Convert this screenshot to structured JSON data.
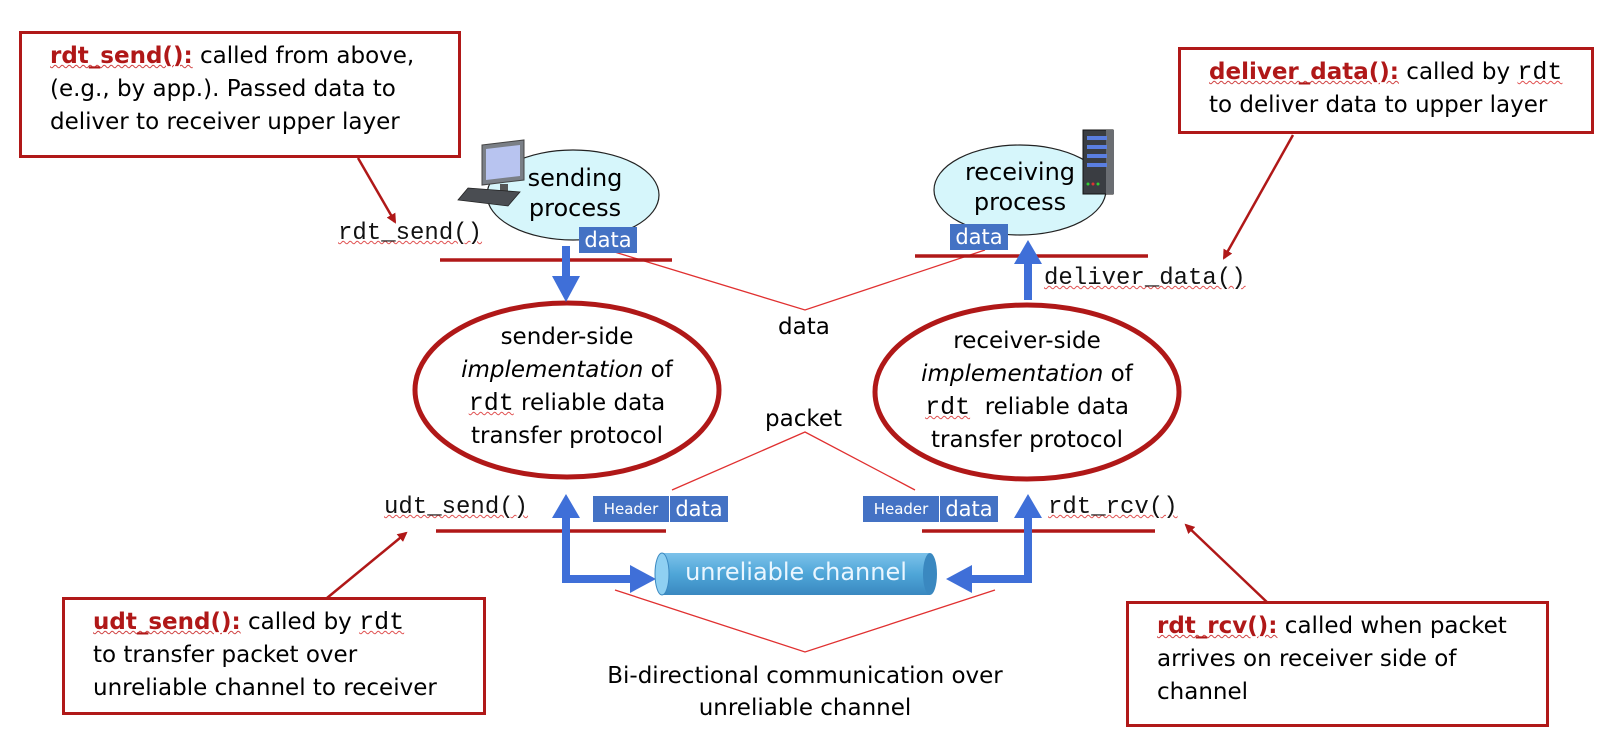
{
  "callouts": {
    "rdt_send": {
      "fn": "rdt_send():",
      "line1_rest": " called from above,",
      "line2": "(e.g., by app.). Passed data to",
      "line3": "deliver to receiver upper layer"
    },
    "deliver_data": {
      "fn": "deliver_data():",
      "line1_rest": " called by ",
      "code": "rdt",
      "line2": "to deliver data to upper layer"
    },
    "udt_send": {
      "fn": "udt_send():",
      "line1_rest": " called by ",
      "code": "rdt",
      "line2": "to transfer packet over",
      "line3": "unreliable channel to receiver"
    },
    "rdt_rcv": {
      "fn": "rdt_rcv():",
      "line1_rest": " called when packet",
      "line2": "arrives on receiver side of",
      "line3": "channel"
    }
  },
  "interfaces": {
    "rdt_send": "rdt_send()",
    "deliver_data": "deliver_data()",
    "udt_send": "udt_send()",
    "rdt_rcv": "rdt_rcv()"
  },
  "processes": {
    "sending": {
      "line1": "sending",
      "line2": "process"
    },
    "receiving": {
      "line1": "receiving",
      "line2": "process"
    }
  },
  "implementations": {
    "sender": {
      "line1": "sender-side",
      "italic": "implementation",
      "of": " of",
      "code": "rdt",
      "line3_rest": " reliable data",
      "line4": "transfer protocol"
    },
    "receiver": {
      "line1": "receiver-side",
      "italic": "implementation",
      "of": " of",
      "code": "rdt",
      "line3_rest": "  reliable data",
      "line4": "transfer protocol"
    }
  },
  "tags": {
    "data": "data",
    "header": "Header"
  },
  "labels": {
    "data": "data",
    "packet": "packet",
    "channel": "unreliable channel",
    "bidir_line1": "Bi-directional communication over",
    "bidir_line2": "unreliable channel"
  },
  "colors": {
    "accent_red": "#b01818",
    "tag_blue": "#4472c4",
    "arrow_blue": "#3f6fd8",
    "process_fill": "#d6f6fb",
    "channel_blue": "#4fa6d8"
  }
}
